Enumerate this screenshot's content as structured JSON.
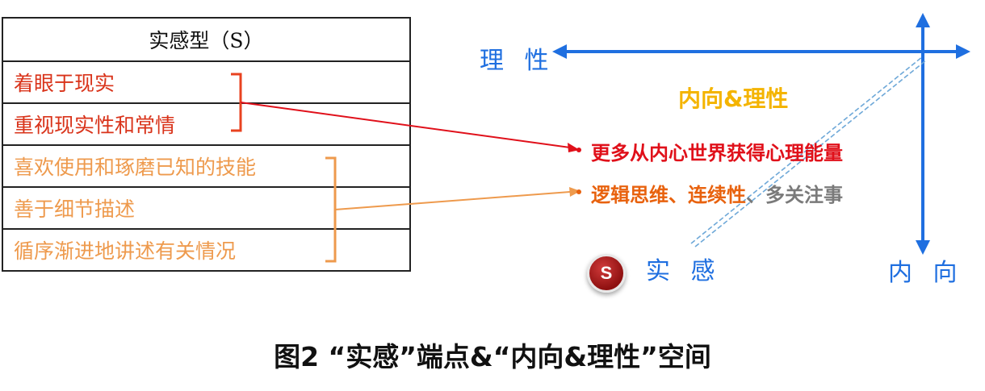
{
  "table": {
    "header": "实感型（S）",
    "group1": [
      "着眼于现实",
      "重视现实性和常情"
    ],
    "group2": [
      "喜欢使用和琢磨已知的技能",
      "善于细节描述",
      "循序渐进地讲述有关情况"
    ]
  },
  "axes": {
    "left_label": "理 性",
    "bottom_left_label": "实 感",
    "bottom_right_label": "内 向",
    "color": "#1f6fe0"
  },
  "quadrant": {
    "title": "内向&理性",
    "bullet1": "更多从内心世界获得心理能量",
    "bullet2_part1": "逻辑思维、连续性",
    "bullet2_part2": "、多关注事"
  },
  "badge": {
    "letter": "S"
  },
  "caption": "图2  “实感”端点&“内向&理性”空间",
  "colors": {
    "red": "#d9331a",
    "orange": "#ee9a4d",
    "title_yellow": "#f4b400",
    "badge_red": "#a31a1a"
  }
}
